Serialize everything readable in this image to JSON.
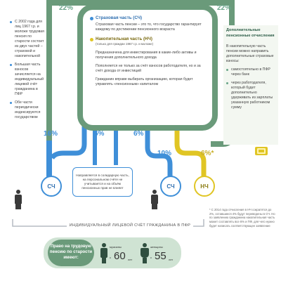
{
  "colors": {
    "blue": "#3f8fd8",
    "green": "#6a9a7a",
    "yellow": "#e0c524",
    "gray": "#b5bcc3"
  },
  "percents": {
    "top_left": "22%",
    "top_right": "22%",
    "left_branch": "16%",
    "middle_left": "6%",
    "middle_right": "6%",
    "right_sch": "10%",
    "right_nch": "6%*"
  },
  "left_column": {
    "bullets": [
      "С 2002 года для лиц 1967 г.р. и моложе трудовая пенсия по старости состоит из двух частей – страховой и накопительной",
      "Большая часть взносов зачисляется на индивидуальный лицевой счёт гражданина в ПФР",
      "Обе части периодически индексируются государством"
    ]
  },
  "center_panel": {
    "insurance": {
      "title": "Страховая часть (СЧ)",
      "text": "Страховая часть пенсии – это то, что государство гарантирует каждому по достижении пенсионного возраста"
    },
    "funded": {
      "title": "Накопительная часть (НЧ)",
      "subtitle": "(только для граждан 1967 г.р. и моложе)",
      "paragraphs": [
        "Предназначена для инвестирования в какие-либо активы и получения дополнительного дохода",
        "Пополняется не только за счёт взносов работодателя, но и за счёт дохода от инвестиций",
        "Гражданин вправе выбирать организацию, которая будет управлять «пенсионным» капиталом"
      ]
    }
  },
  "right_column": {
    "title": "Дополнительные пенсионные отчисления",
    "intro": "В накопительную часть пенсии можно направить дополнительные страховые взносы:",
    "bullets": [
      "самостоятельно в ПФР через банк",
      "через работодателя, который будет дополнительно удерживать из зарплаты указанную работником сумму"
    ]
  },
  "middle_box": "Направляется в солидарную часть, на персональном счёте не учитывается и на объём пенсионных прав не влияет",
  "labels": {
    "sch_left": "СЧ",
    "sch_right": "СЧ",
    "nch": "НЧ",
    "ipc": "ИНДИВИДУАЛЬНЫЙ ЛИЦЕВОЙ СЧЁТ ГРАЖДАНИНА В ПФР"
  },
  "footnote": "* С 2014 года отчисления в НЧ сократятся до 2%, оставшиеся 4% будут переведены в СЧ. Но по заявлению гражданина накопительная часть может составлять все 6% и ПФ, для чего нужно будет написать соответствующее заявление",
  "bottom": {
    "pill": "Право на трудовую пенсию по старости имеют:",
    "men_label": "мужчины",
    "men_prefix": "с",
    "men_age": "60",
    "men_unit": "лет",
    "women_label": "женщины",
    "women_prefix": "с",
    "women_age": "55",
    "women_unit": "лет"
  }
}
